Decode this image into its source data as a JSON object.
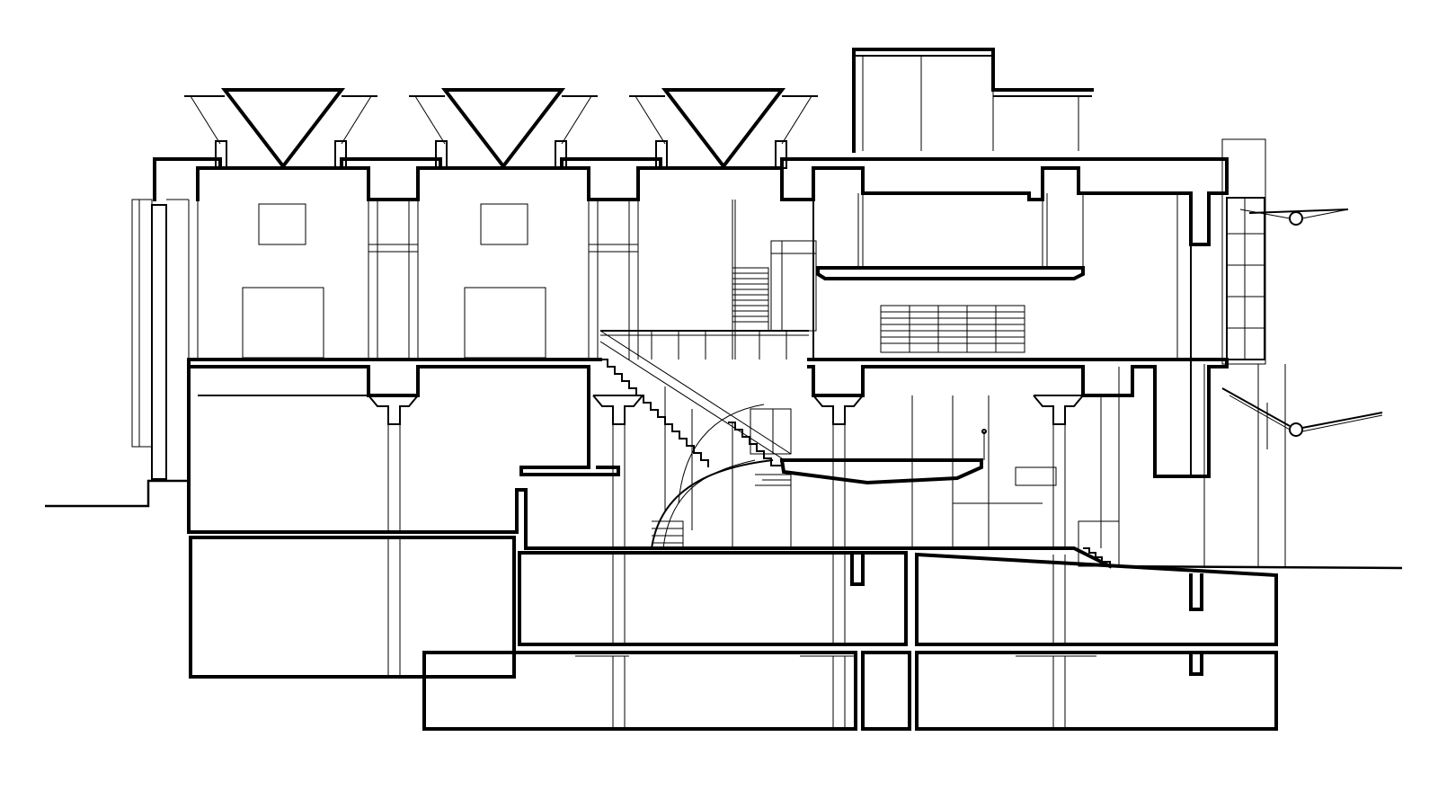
{
  "drawing": {
    "kind": "architectural-section",
    "colors": {
      "line": "#000000",
      "background": "#ffffff"
    },
    "skylight_count": 3,
    "floor_count_above_grade": 2,
    "basement_level_count": 2
  }
}
